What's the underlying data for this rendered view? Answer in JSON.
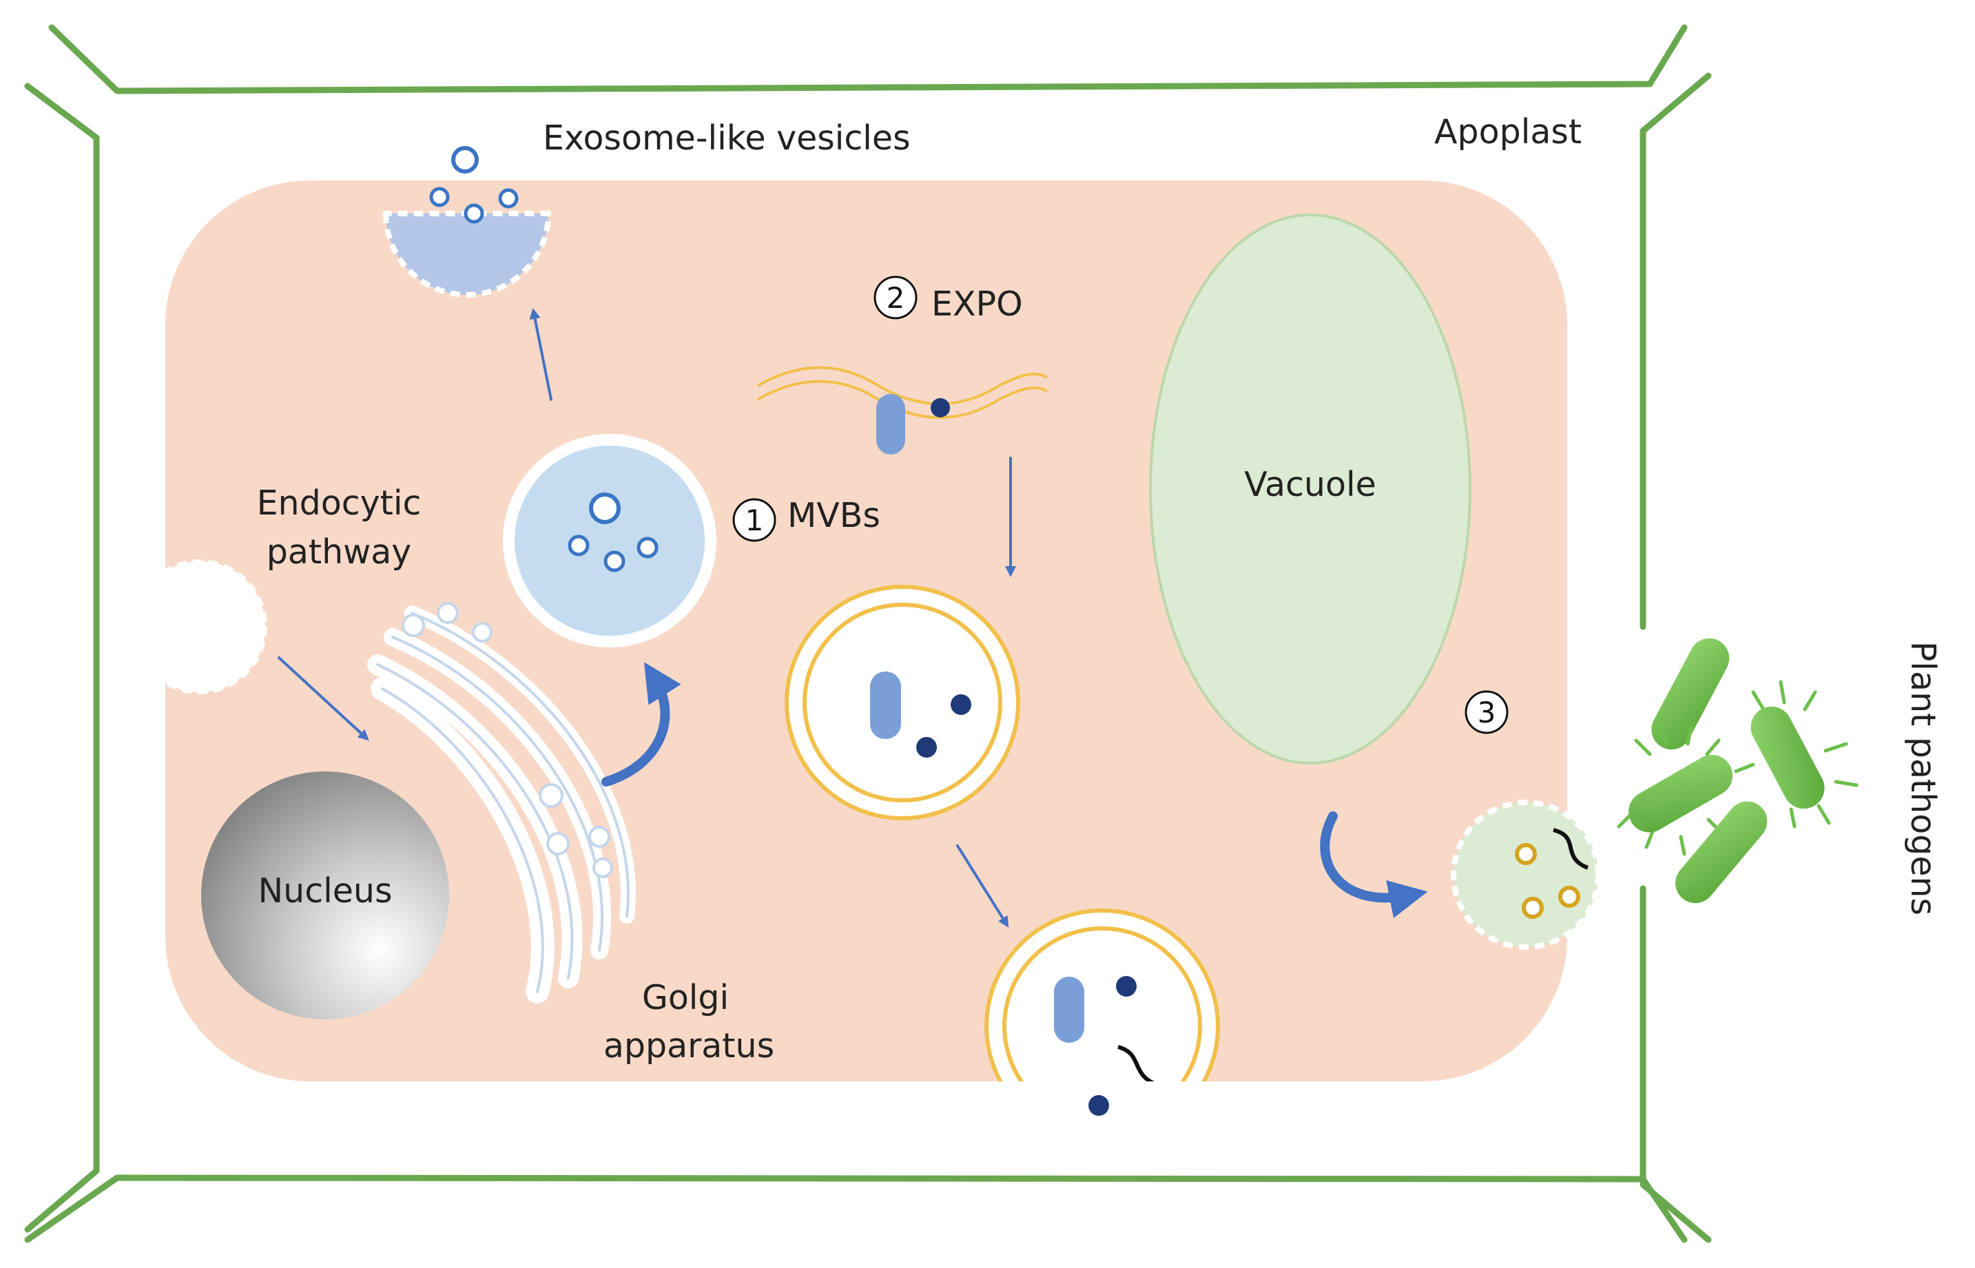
{
  "labels": {
    "exosome_like_vesicles": "Exosome-like vesicles",
    "apoplast": "Apoplast",
    "expo": "EXPO",
    "mvbs": "MVBs",
    "vacuole": "Vacuole",
    "endocytic_line1": "Endocytic",
    "endocytic_line2": "pathway",
    "nucleus": "Nucleus",
    "golgi_line1": "Golgi",
    "golgi_line2": "apparatus",
    "plant_pathogens": "Plant pathogens"
  },
  "markers": {
    "one": "1",
    "two": "2",
    "three": "3"
  },
  "colors": {
    "cell_wall": "#6aa84f",
    "cytoplasm": "#f8d9c8",
    "mvb_fill": "#c5dcf0",
    "vesicle_blue": "#3a75c4",
    "exosome_fill": "#b4c6e7",
    "expo_ring": "#f2c04a",
    "vacuole_fill": "#dcebd3",
    "dot_navy": "#1f3a78",
    "bacteria_green": "#6cbf4a",
    "arrow_blue": "#4472c4"
  }
}
